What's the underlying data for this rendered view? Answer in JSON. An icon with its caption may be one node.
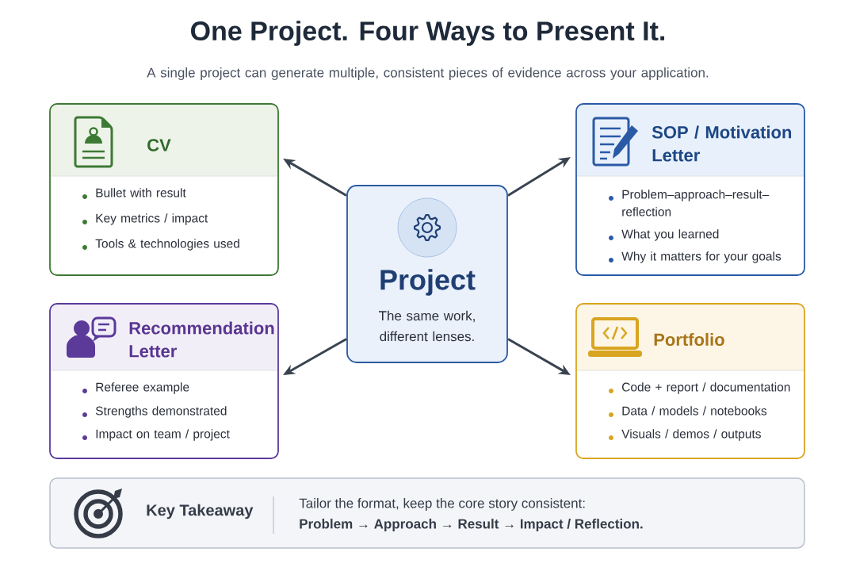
{
  "diagram": {
    "title": "One Project. Four Ways to Present It.",
    "nodes": [
      {
        "text": [
          "Project",
          "The same work, different lenses."
        ]
      },
      {
        "text": [
          "CV",
          "Bullet with result",
          "Key metrics / impact",
          "Tools & technologies used"
        ]
      },
      {
        "text": [
          "SOP / Motivation Letter",
          "Problem–approach–result–reflection",
          "What you learned",
          "Why it matters for your goals"
        ]
      },
      {
        "text": [
          "Recommendation Letter",
          "Referee example",
          "Strengths demonstrated",
          "Impact on team / project"
        ]
      },
      {
        "text": [
          "Portfolio",
          "Code + report / documentation",
          "Data / models / notebooks",
          "Visuals / demos / outputs"
        ]
      },
      {
        "text": [
          "Key Takeaway",
          "Tailor the format, keep the core story consistent:",
          "Problem → Approach → Result → Impact / Reflection."
        ]
      }
    ],
    "edges": [
      {
        "from": 0,
        "to": 1,
        "arrow": "to"
      },
      {
        "from": 0,
        "to": 2,
        "arrow": "to"
      },
      {
        "from": 0,
        "to": 3,
        "arrow": "to"
      },
      {
        "from": 0,
        "to": 4,
        "arrow": "to"
      }
    ],
    "labels": [
      "A single project can generate multiple, consistent pieces of evidence across your application."
    ]
  }
}
